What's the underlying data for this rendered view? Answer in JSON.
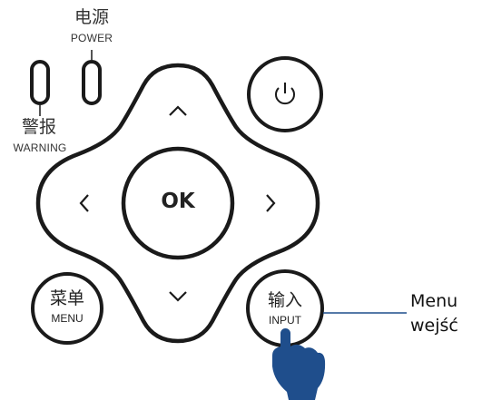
{
  "indicators": {
    "power_cn": "电源",
    "power_en": "POWER",
    "warning_cn": "警报",
    "warning_en": "WARNING"
  },
  "keypad": {
    "ok_label": "OK",
    "menu_cn": "菜单",
    "menu_en": "MENU",
    "input_cn": "输入",
    "input_en": "INPUT",
    "up_icon": "chevron-up-icon",
    "down_icon": "chevron-down-icon",
    "left_icon": "chevron-left-icon",
    "right_icon": "chevron-right-icon",
    "power_icon": "power-icon"
  },
  "callout": {
    "line1": "Menu",
    "line2": "wejść"
  },
  "colors": {
    "outline": "#1a1a1a",
    "hand": "#1f4e8c",
    "leader": "#1f4e8c"
  }
}
